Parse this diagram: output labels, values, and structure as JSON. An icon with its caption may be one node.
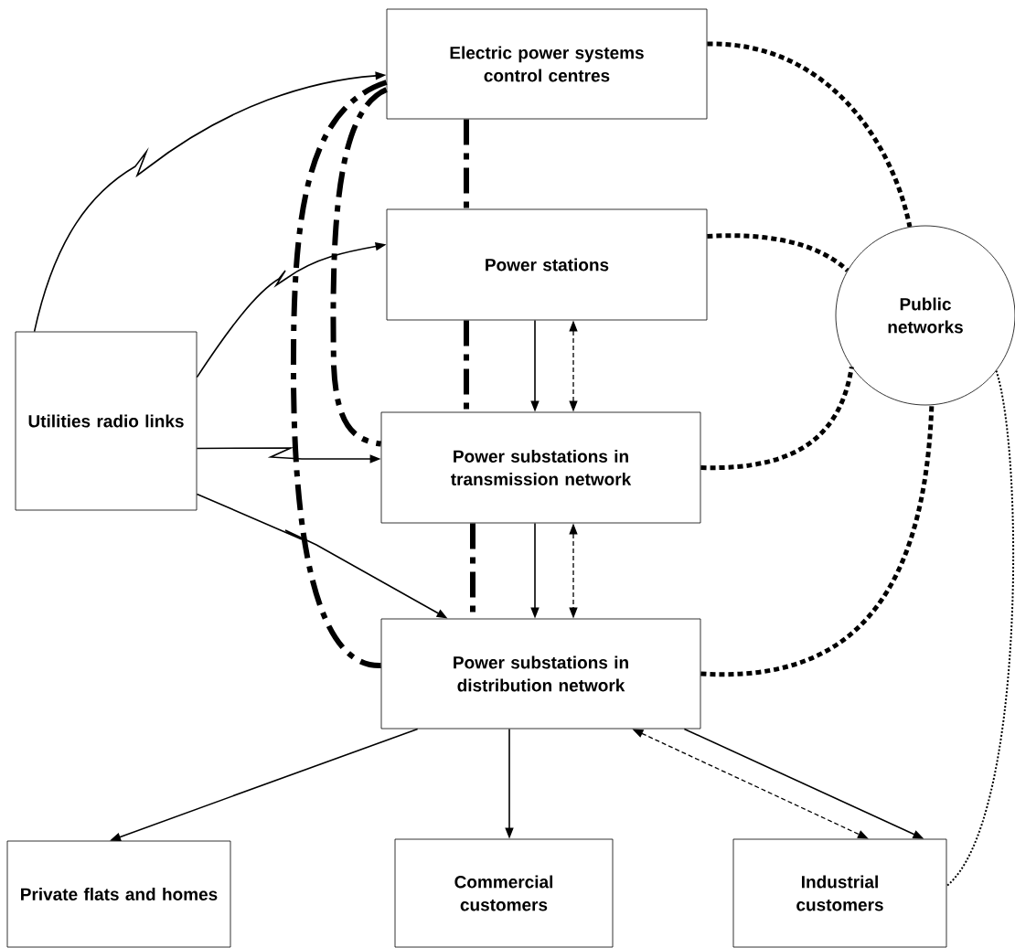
{
  "diagram": {
    "nodes": [
      {
        "text": [
          "Electric power systems control centres"
        ]
      },
      {
        "text": [
          "Power stations"
        ]
      },
      {
        "text": [
          "Power substations in transmission network"
        ]
      },
      {
        "text": [
          "Power substations in distribution network"
        ]
      },
      {
        "text": [
          "Utilities radio links"
        ]
      },
      {
        "text": [
          "Public networks"
        ]
      },
      {
        "text": [
          "Private flats and homes"
        ]
      },
      {
        "text": [
          "Commercial customers"
        ]
      },
      {
        "text": [
          "Industrial customers"
        ]
      }
    ],
    "edges": [
      {
        "from": 4,
        "to": 0,
        "arrow": "to"
      },
      {
        "from": 4,
        "to": 1,
        "arrow": "to"
      },
      {
        "from": 4,
        "to": 2,
        "arrow": "to"
      },
      {
        "from": 4,
        "to": 3,
        "arrow": "to"
      },
      {
        "from": 0,
        "to": 1,
        "arrow": "none",
        "style": "dashed"
      },
      {
        "from": 1,
        "to": 2,
        "arrow": "none",
        "style": "dashed"
      },
      {
        "from": 2,
        "to": 3,
        "arrow": "none",
        "style": "dashed"
      },
      {
        "from": 0,
        "to": 2,
        "arrow": "none",
        "style": "dashed"
      },
      {
        "from": 0,
        "to": 3,
        "arrow": "none",
        "style": "dashed"
      },
      {
        "from": 1,
        "to": 2,
        "arrow": "to"
      },
      {
        "from": 1,
        "to": 2,
        "arrow": "both",
        "style": "dashed"
      },
      {
        "from": 2,
        "to": 3,
        "arrow": "to"
      },
      {
        "from": 2,
        "to": 3,
        "arrow": "both",
        "style": "dashed"
      },
      {
        "from": 3,
        "to": 6,
        "arrow": "to"
      },
      {
        "from": 3,
        "to": 7,
        "arrow": "to"
      },
      {
        "from": 3,
        "to": 8,
        "arrow": "to"
      },
      {
        "from": 3,
        "to": 8,
        "arrow": "both",
        "style": "dashed"
      },
      {
        "from": 0,
        "to": 5,
        "arrow": "none",
        "style": "dashed"
      },
      {
        "from": 1,
        "to": 5,
        "arrow": "none",
        "style": "dashed"
      },
      {
        "from": 2,
        "to": 5,
        "arrow": "none",
        "style": "dashed"
      },
      {
        "from": 3,
        "to": 5,
        "arrow": "none",
        "style": "dashed"
      },
      {
        "from": 5,
        "to": 8,
        "arrow": "none",
        "style": "dashed"
      }
    ]
  }
}
